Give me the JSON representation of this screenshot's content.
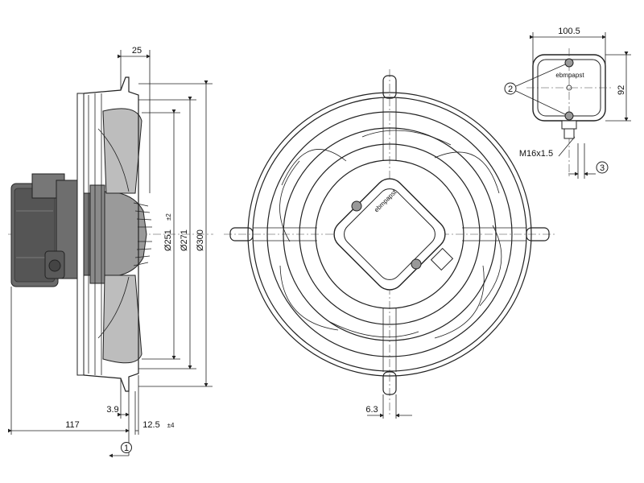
{
  "side_view": {
    "dim_hub_depth": "25",
    "dim_251": "Ø251",
    "dim_251_tol": "±2",
    "dim_271": "Ø271",
    "dim_300": "Ø300",
    "dim_39": "3.9",
    "dim_117": "117",
    "dim_125": "12.5",
    "dim_125_tol": "±4",
    "callout_1": "1"
  },
  "front_view": {
    "logo_text": "ebmpapst",
    "dim_63": "6.3"
  },
  "terminal_box": {
    "dim_width": "100.5",
    "dim_height": "92",
    "logo_text": "ebmpapst",
    "callout_2": "2",
    "thread_label": "M16x1.5",
    "callout_3": "3"
  }
}
